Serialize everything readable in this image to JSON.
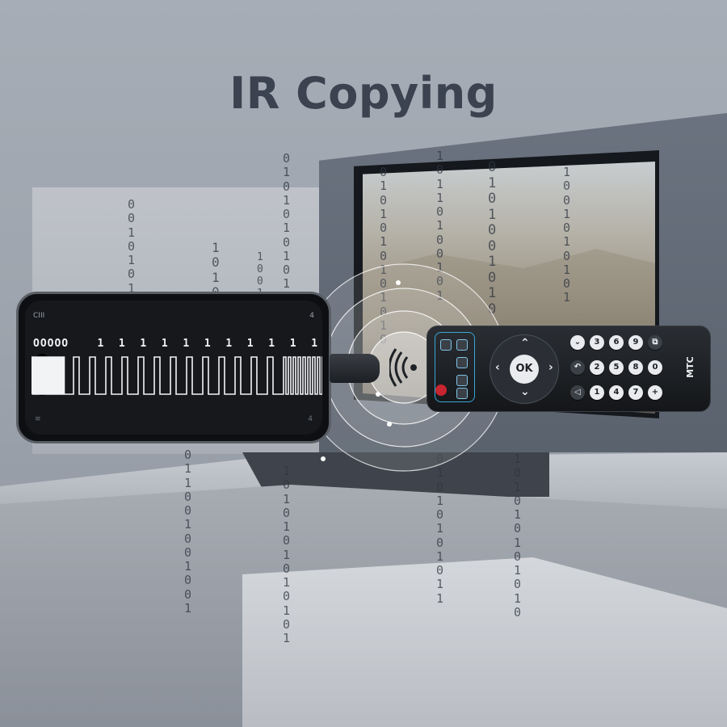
{
  "title": "IR Copying",
  "phone": {
    "status_left": "CIII",
    "status_right": "4",
    "signal_text": "OOOOO    1  1  1  1  1  1  1  1  1  1  1  1  1  OOOOOOOO",
    "footer_left": "≡",
    "footer_right": "4"
  },
  "remote": {
    "ok_label": "OK",
    "brand": "MTC",
    "keys_row1": [
      "⌄",
      "3",
      "6",
      "9"
    ],
    "keys_row2": [
      "2",
      "5",
      "8",
      "0"
    ],
    "keys_row3": [
      "1",
      "4",
      "7",
      "+"
    ]
  },
  "bits_columns": [
    "0\n0\n1\n0\n1\n0\n1\n0\n1\n0\n1\n0",
    "1\n0\n1\n0\n1\n0\n1\n0\n1\n0\n1",
    "0\n1\n0\n1\n0\n1\n0\n1\n0\n1\n0\n1",
    "1\n0\n0\n1\n0\n1\n1\n0\n1\n0",
    "0\n1\n0\n1\n0\n1\n0\n1\n0\n1\n0\n1\n0",
    "1\n0\n1\n1\n0\n1\n0\n0\n1\n0\n1",
    "0\n1\n0\n1\n0\n0\n1\n0\n1\n0",
    "1\n0\n0\n1\n0\n1\n0\n1\n0\n1",
    "0\n1\n1\n0\n0\n1\n0\n0\n1\n0\n0\n1",
    "1\n0\n1\n0\n1\n0\n1\n0\n1\n0\n1\n0\n1",
    "0\n1\n0\n1\n0\n1\n0\n1\n0\n1\n1",
    "1\n0\n1\n0\n1\n0\n1\n0\n1\n0\n1\n0"
  ],
  "colors": {
    "title": "#3b4350",
    "remote_accent": "#3aa6d8",
    "power_button": "#c7252f"
  }
}
